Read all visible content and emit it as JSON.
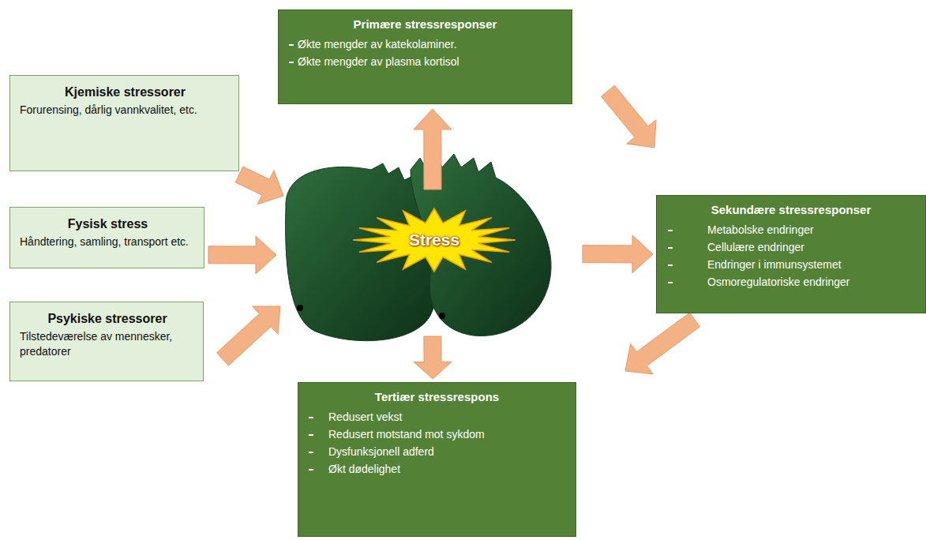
{
  "diagram": {
    "nodes": [
      {
        "text": [
          "Primære stressresponser",
          "Økte mengder av katekolaminer.",
          "Økte mengder av plasma kortisol"
        ]
      },
      {
        "text": [
          "Kjemiske stressorer",
          "Forurensing, dårlig vannkvalitet, etc."
        ]
      },
      {
        "text": [
          "Fysisk stress",
          "Håndtering, samling, transport etc."
        ]
      },
      {
        "text": [
          "Stress"
        ]
      },
      {
        "text": [
          "Sekundære stressresponser",
          "Metabolske endringer",
          "Cellulære endringer",
          "Endringer i immunsystemet",
          "Osmoregulatoriske endringer"
        ]
      },
      {
        "text": [
          "Psykiske stressorer",
          "Tilstedeværelse av mennesker, predatorer"
        ]
      },
      {
        "text": [
          "Tertiær stressrespons",
          "Redusert vekst",
          "Redusert motstand mot sykdom",
          "Dysfunksjonell adferd",
          "Økt dødelighet"
        ]
      }
    ],
    "edges": [
      {
        "from": 1,
        "to": 3,
        "arrow": "to"
      },
      {
        "from": 2,
        "to": 3,
        "arrow": "to"
      },
      {
        "from": 5,
        "to": 3,
        "arrow": "to"
      },
      {
        "from": 3,
        "to": 0,
        "arrow": "to"
      },
      {
        "from": 3,
        "to": 4,
        "arrow": "to"
      },
      {
        "from": 3,
        "to": 6,
        "arrow": "to"
      },
      {
        "from": 0,
        "to": 4,
        "arrow": "to"
      },
      {
        "from": 4,
        "to": 6,
        "arrow": "to"
      }
    ]
  }
}
